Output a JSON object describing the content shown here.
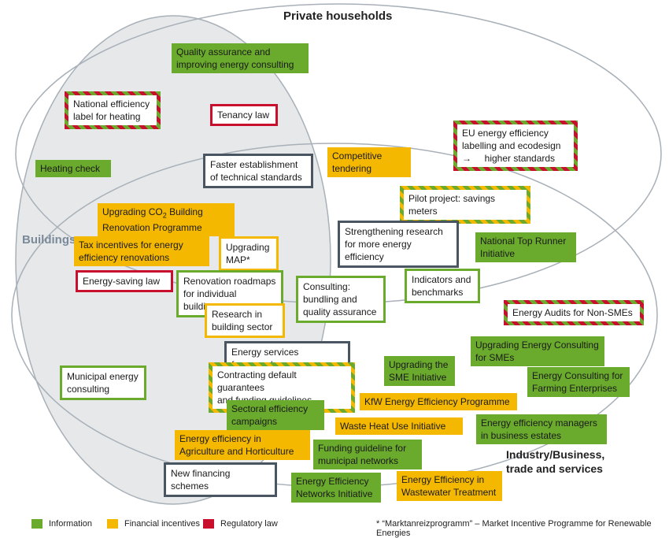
{
  "labels": {
    "private_households": "Private households",
    "buildings": "Buildings",
    "industry_line1": "Industry/Business,",
    "industry_line2": "trade and services"
  },
  "items": {
    "quality_assurance": [
      "Quality assurance and",
      "improving energy consulting"
    ],
    "national_label": [
      "National efficiency",
      "label for heating"
    ],
    "tenancy_law": [
      "Tenancy law"
    ],
    "eu_labelling": [
      "EU energy efficiency",
      "labelling and ecodesign",
      "→     higher standards"
    ],
    "heating_check": [
      "Heating check"
    ],
    "faster_standards": [
      "Faster establishment",
      "of technical standards"
    ],
    "competitive_tendering": [
      "Competitive",
      "tendering"
    ],
    "pilot_project": [
      "Pilot project: savings meters"
    ],
    "upgrading_co2_prefix": "Upgrading CO",
    "upgrading_co2_sub": "2",
    "upgrading_co2_suffix": " Building",
    "upgrading_co2_line2": "Renovation Programme",
    "strengthening_research": [
      "Strengthening research",
      "for more energy efficiency"
    ],
    "national_top_runner": [
      "National Top Runner",
      "Initiative"
    ],
    "tax_incentives": [
      "Tax incentives for energy",
      "efficiency renovations"
    ],
    "upgrading_map": [
      "Upgrading",
      "MAP*"
    ],
    "energy_saving_law": [
      "Energy-saving law"
    ],
    "renovation_roadmaps": [
      "Renovation roadmaps",
      "for individual buildings"
    ],
    "consulting_bundling": [
      "Consulting:",
      "bundling and",
      "quality assurance"
    ],
    "indicators": [
      "Indicators and",
      "benchmarks"
    ],
    "energy_audits": [
      "Energy Audits for Non-SMEs"
    ],
    "research_building": [
      "Research in",
      "building sector"
    ],
    "upgrading_consulting_smes": [
      "Upgrading Energy Consulting",
      "for SMEs"
    ],
    "energy_services_framework": [
      "Energy services framework"
    ],
    "upgrading_sme_initiative": [
      "Upgrading the",
      "SME Initiative"
    ],
    "energy_consulting_farming": [
      "Energy Consulting for",
      "Farming Enterprises"
    ],
    "municipal_consulting": [
      "Municipal energy",
      "consulting"
    ],
    "contracting": [
      "Contracting default guarantees",
      "and funding guidelines"
    ],
    "kfw": [
      "KfW Energy Efficiency Programme"
    ],
    "sectoral_campaigns": [
      "Sectoral efficiency",
      "campaigns"
    ],
    "waste_heat": [
      "Waste Heat Use Initiative"
    ],
    "efficiency_managers": [
      "Energy efficiency managers",
      "in business estates"
    ],
    "agriculture": [
      "Energy efficiency in",
      "Agriculture and Horticulture"
    ],
    "funding_municipal": [
      "Funding guideline for",
      "municipal networks"
    ],
    "new_financing": [
      "New financing schemes"
    ],
    "efficiency_networks": [
      "Energy Efficiency",
      "Networks Initiative"
    ],
    "wastewater": [
      "Energy Efficiency in",
      "Wastewater Treatment"
    ]
  },
  "legend": {
    "information": "Information",
    "financial": "Financial incentives",
    "regulatory": "Regulatory law",
    "colors": {
      "information": "#6aaa2c",
      "financial": "#f5b800",
      "regulatory": "#c8102e"
    }
  },
  "footnote": "* “Marktanreizprogramm” – Market Incentive Programme for Renewable Energies"
}
